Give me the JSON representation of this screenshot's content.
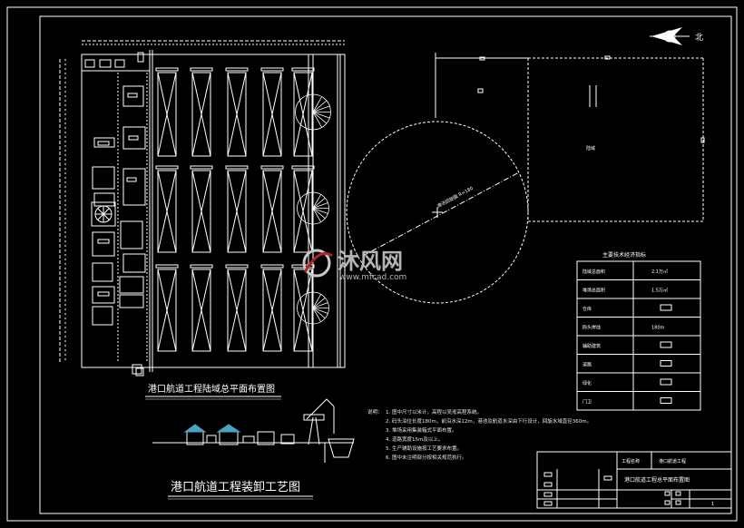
{
  "drawing": {
    "colors": {
      "background": "#000000",
      "line": "#ffffff",
      "note": "#e6e6e6",
      "watermark": "#c8c8c8",
      "watermark_accent": "#b22222"
    },
    "north_label": "北",
    "plan_title": "港口航道工程陆域总平面布置图",
    "process_title": "港口航道工程装卸工艺图",
    "circle_label": "港池回旋圆 R=180",
    "area_label": "陆域",
    "notes": {
      "label": "说明：",
      "lines": [
        "1. 图中尺寸以米计，高程以吴淞高程系统。",
        "2. 码头泊位长度180m，前沿水深12m，港池及航道水深由下行设计，回旋水域直径360m。",
        "3. 堆场采用集装箱式平面布置。",
        "4. 道路宽度15m及以上。",
        "5. 生产辅助设施按工艺要求布置。",
        "6. 图中未注明部分按相关规范执行。"
      ]
    },
    "legend": {
      "title": "主要技术经济指标",
      "rows": [
        {
          "label": "陆域总面积",
          "value": "2.1万㎡",
          "symbol": ""
        },
        {
          "label": "堆场总面积",
          "value": "1.5万㎡",
          "symbol": ""
        },
        {
          "label": "仓库",
          "value": "",
          "symbol": "rect"
        },
        {
          "label": "码头岸线",
          "value": "180m",
          "symbol": ""
        },
        {
          "label": "辅助建筑",
          "value": "",
          "symbol": "rect"
        },
        {
          "label": "道路",
          "value": "",
          "symbol": "rect"
        },
        {
          "label": "绿化",
          "value": "",
          "symbol": "rect"
        },
        {
          "label": "门卫",
          "value": "",
          "symbol": "rect"
        }
      ]
    },
    "title_block": {
      "project": "工程名称",
      "school": "港口航道工程",
      "drawing_name": "港口航道工程总平面布置图",
      "sheet": "1"
    },
    "watermark": {
      "cn": "沐风网",
      "url": "www.mfcad.com"
    }
  }
}
